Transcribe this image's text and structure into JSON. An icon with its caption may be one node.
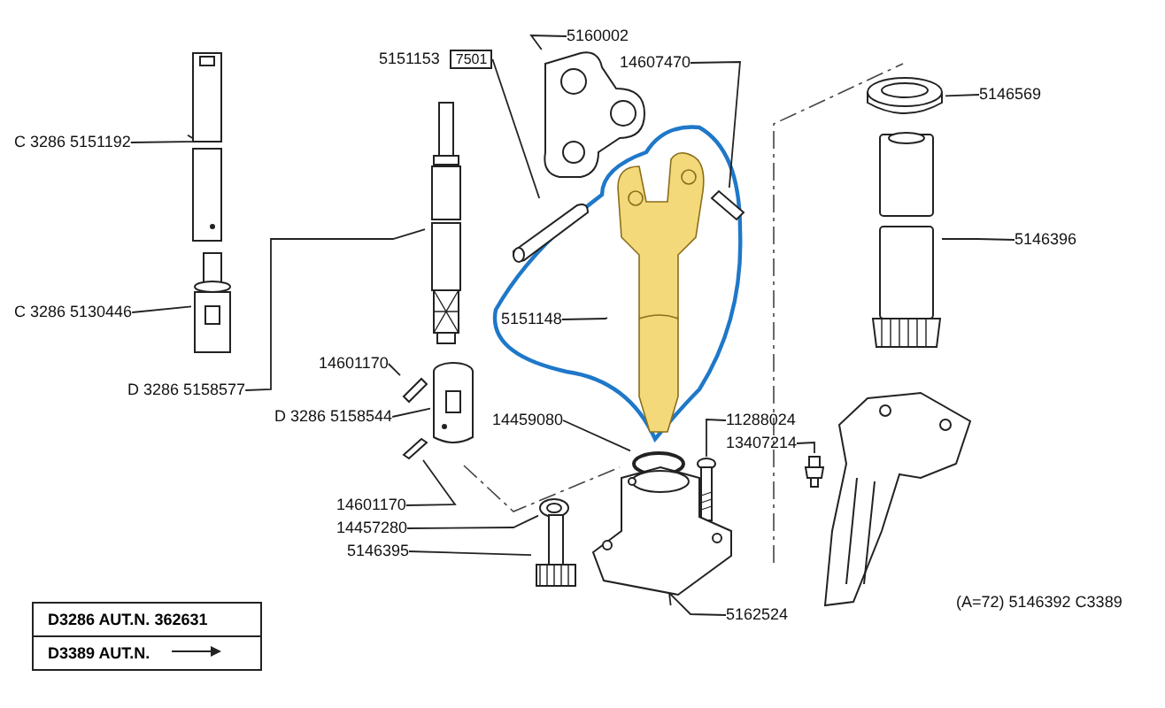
{
  "diagram": {
    "nodes": [
      {
        "text": [
          "C 3286 5151192"
        ]
      },
      {
        "text": [
          "C 3286 5130446"
        ]
      },
      {
        "text": [
          "D 3286 5158577"
        ]
      },
      {
        "text": [
          "5151153",
          "7501"
        ]
      },
      {
        "text": [
          "5160002"
        ]
      },
      {
        "text": [
          "14607470"
        ]
      },
      {
        "text": [
          "5151148"
        ]
      },
      {
        "text": [
          "14601170"
        ]
      },
      {
        "text": [
          "D 3286 5158544"
        ]
      },
      {
        "text": [
          "14601170"
        ]
      },
      {
        "text": [
          "14457280"
        ]
      },
      {
        "text": [
          "5146395"
        ]
      },
      {
        "text": [
          "14459080"
        ]
      },
      {
        "text": [
          "11288024"
        ]
      },
      {
        "text": [
          "13407214"
        ]
      },
      {
        "text": [
          "5162524"
        ]
      },
      {
        "text": [
          "5146569"
        ]
      },
      {
        "text": [
          "5146396"
        ]
      },
      {
        "text": [],
        "shape": "picture"
      },
      {
        "text": [],
        "shape": "picture"
      },
      {
        "text": [],
        "shape": "picture"
      },
      {
        "text": [],
        "shape": "picture"
      },
      {
        "text": [],
        "shape": "picture"
      },
      {
        "text": [],
        "shape": "picture"
      },
      {
        "text": [],
        "shape": "picture"
      },
      {
        "text": [],
        "shape": "picture"
      },
      {
        "text": [],
        "shape": "picture"
      },
      {
        "text": [],
        "shape": "picture"
      },
      {
        "text": [],
        "shape": "picture"
      },
      {
        "text": [],
        "shape": "picture"
      },
      {
        "text": [],
        "shape": "circle"
      },
      {
        "text": [],
        "shape": "picture"
      },
      {
        "text": [],
        "shape": "picture"
      },
      {
        "text": [],
        "shape": "picture"
      },
      {
        "text": [],
        "shape": "picture"
      },
      {
        "text": [],
        "shape": "picture"
      }
    ],
    "edges": [
      {
        "from": 0,
        "to": 18,
        "arrow": "none"
      },
      {
        "from": 1,
        "to": 19,
        "arrow": "none"
      },
      {
        "from": 2,
        "to": 20,
        "arrow": "none"
      },
      {
        "from": 3,
        "to": 21,
        "arrow": "none"
      },
      {
        "from": 4,
        "to": 22,
        "arrow": "none"
      },
      {
        "from": 5,
        "to": 23,
        "arrow": "none"
      },
      {
        "from": 6,
        "to": 24,
        "arrow": "none"
      },
      {
        "from": 7,
        "to": 25,
        "arrow": "none"
      },
      {
        "from": 8,
        "to": 26,
        "arrow": "none"
      },
      {
        "from": 9,
        "to": 27,
        "arrow": "none"
      },
      {
        "from": 10,
        "to": 28,
        "arrow": "none"
      },
      {
        "from": 11,
        "to": 29,
        "arrow": "none"
      },
      {
        "from": 12,
        "to": 30,
        "arrow": "none"
      },
      {
        "from": 13,
        "to": 31,
        "arrow": "none"
      },
      {
        "from": 14,
        "to": 32,
        "arrow": "none"
      },
      {
        "from": 15,
        "to": 33,
        "arrow": "none"
      },
      {
        "from": 16,
        "to": 34,
        "arrow": "none"
      },
      {
        "from": 17,
        "to": 35,
        "arrow": "none"
      }
    ],
    "labels": [
      "(A=72) 5146392 C3389",
      "D3286 AUT.N. 362631",
      "D3389 AUT.N."
    ]
  }
}
